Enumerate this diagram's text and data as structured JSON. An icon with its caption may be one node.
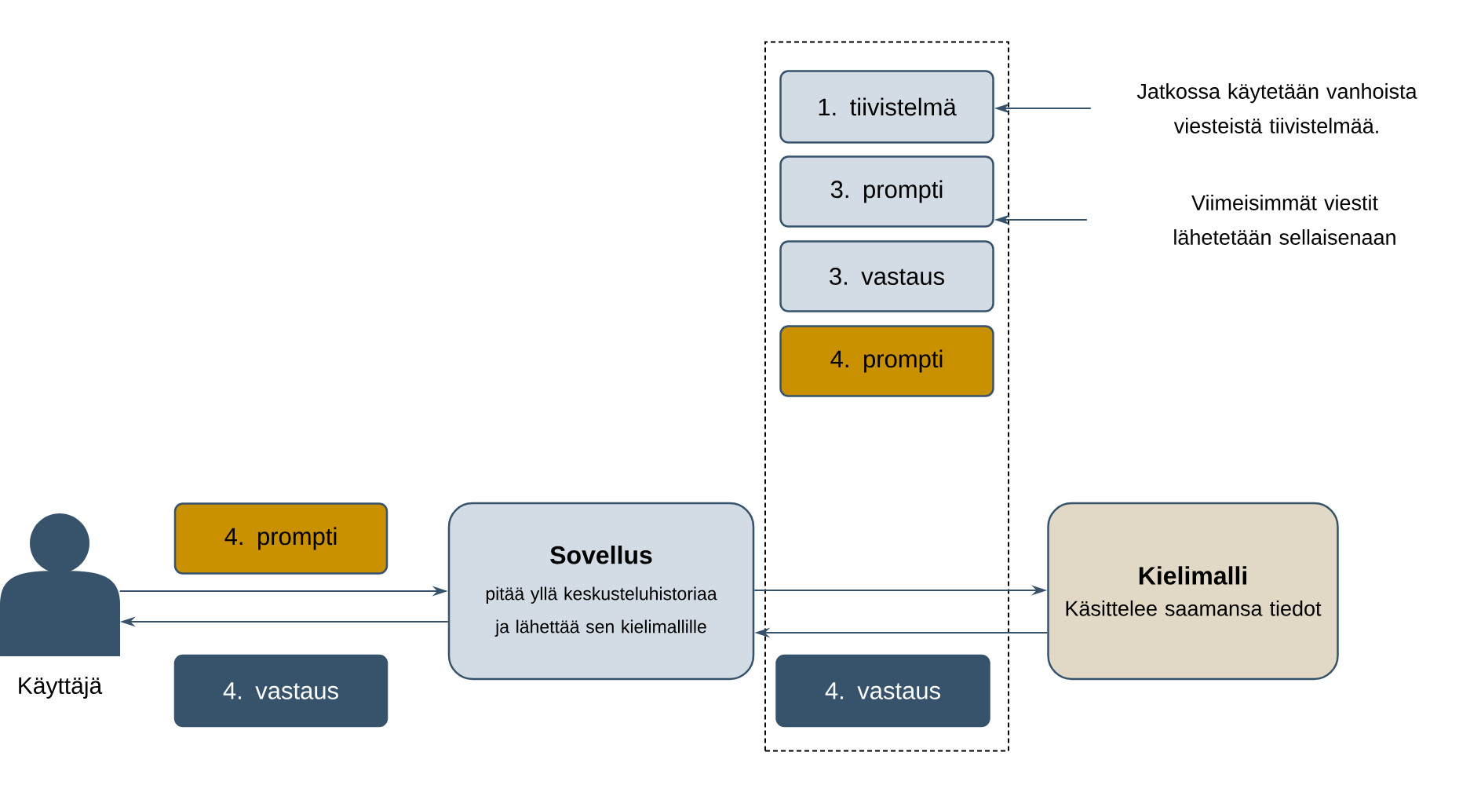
{
  "diagram": {
    "nodes": [
      {
        "text": [],
        "shape": "person",
        "beside": [
          "Käyttäjä"
        ]
      },
      {
        "text": [
          "4. prompti"
        ]
      },
      {
        "text": [
          "4. vastaus"
        ]
      },
      {
        "text": [
          "Sovellus",
          "pitää yllä keskusteluhistoriaa ja lähettää sen kielimallille"
        ]
      },
      {
        "text": [],
        "shape": "box"
      },
      {
        "text": [
          "1. tiivistelmä"
        ],
        "in": 4
      },
      {
        "text": [
          "3. prompti"
        ],
        "in": 4
      },
      {
        "text": [
          "3. vastaus"
        ],
        "in": 4
      },
      {
        "text": [
          "4. prompti"
        ],
        "in": 4
      },
      {
        "text": [
          "4. vastaus"
        ],
        "in": 4
      },
      {
        "text": [
          "Kielimalli",
          "Käsittelee saamansa tiedot"
        ]
      },
      {
        "text": [
          "Jatkossa käytetään vanhoista viesteistä tiivistelmää."
        ]
      },
      {
        "text": [
          "Viimeisimmät viestit lähetetään sellaisenaan"
        ]
      }
    ],
    "edges": [
      {
        "from": 0,
        "to": 3,
        "arrow": "to"
      },
      {
        "from": 3,
        "to": 0,
        "arrow": "to"
      },
      {
        "from": 3,
        "to": 10,
        "arrow": "to"
      },
      {
        "from": 10,
        "to": 3,
        "arrow": "to"
      },
      {
        "from": 11,
        "to": 5,
        "arrow": "to"
      },
      {
        "from": 12,
        "to": 6,
        "arrow": "to"
      }
    ]
  }
}
